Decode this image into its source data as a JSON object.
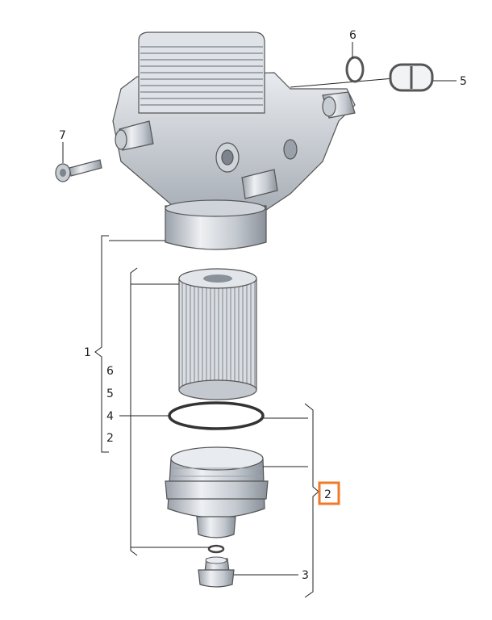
{
  "callouts": {
    "c1": "1",
    "c2_main": "2",
    "c3": "3",
    "c5": "5",
    "c6": "6",
    "c7": "7",
    "list_6": "6",
    "list_5": "5",
    "list_4": "4",
    "list_2": "2"
  },
  "colors": {
    "metal_light": "#e6e9ee",
    "metal_mid": "#bfc5cd",
    "metal_dark": "#7d848d",
    "highlight": "#f07a28",
    "line": "#222222"
  }
}
